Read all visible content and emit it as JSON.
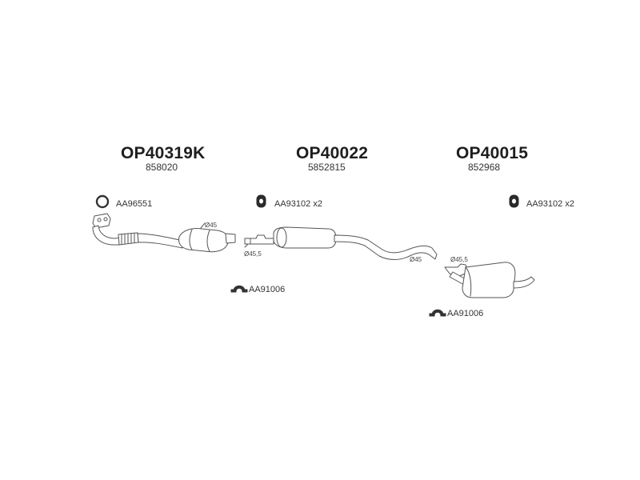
{
  "groups": [
    {
      "code": "OP40319K",
      "ref": "858020",
      "accessories": [
        "AA96551",
        "AA91006"
      ],
      "diameters": [
        "Ø45"
      ],
      "icons": [
        "ring-gasket-icon",
        "clamp-icon"
      ]
    },
    {
      "code": "OP40022",
      "ref": "5852815",
      "accessories": [
        "AA93102 x2"
      ],
      "diameters": [
        "Ø45,5",
        "Ø45"
      ],
      "icons": [
        "rubber-mount-icon"
      ]
    },
    {
      "code": "OP40015",
      "ref": "852968",
      "accessories": [
        "AA93102 x2",
        "AA91006"
      ],
      "diameters": [
        "Ø45,5"
      ],
      "icons": [
        "rubber-mount-icon",
        "clamp-icon"
      ]
    }
  ],
  "colors": {
    "line": "#555555",
    "fill": "#ffffff",
    "text": "#1e1e1e"
  }
}
